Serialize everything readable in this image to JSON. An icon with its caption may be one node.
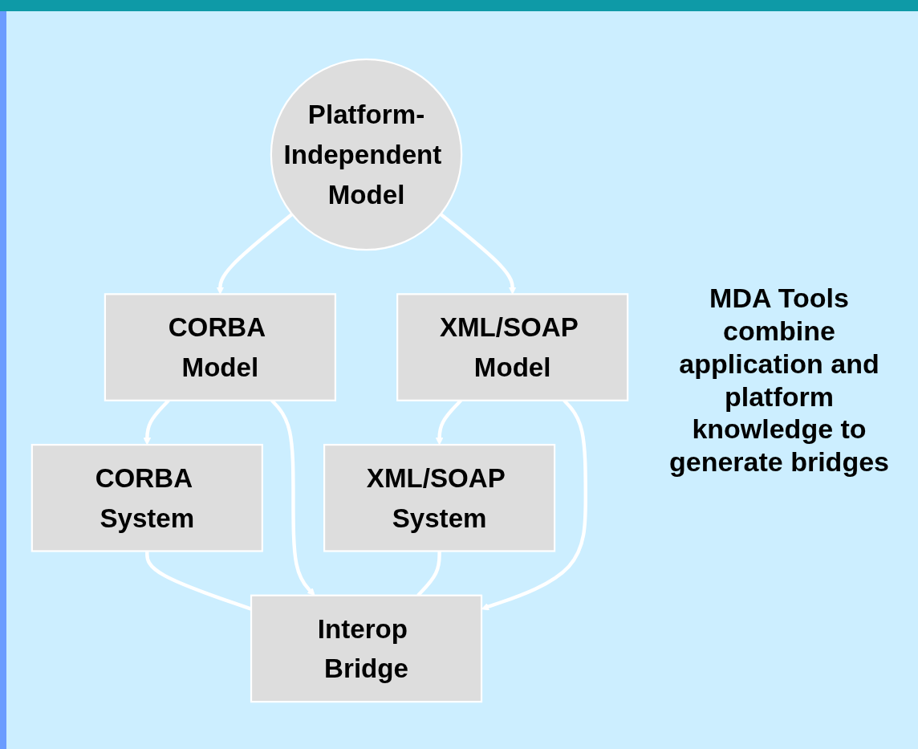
{
  "diagram": {
    "nodes": [
      {
        "text": [
          "Platform-Independent Model"
        ]
      },
      {
        "text": [
          "CORBA Model"
        ]
      },
      {
        "text": [
          "XML/SOAP Model"
        ]
      },
      {
        "text": [
          "CORBA System"
        ]
      },
      {
        "text": [
          "Interop Bridge"
        ]
      },
      {
        "text": [
          "XML/SOAP System"
        ]
      }
    ],
    "edges": [
      {
        "from": 0,
        "to": 1,
        "arrow": "to"
      },
      {
        "from": 0,
        "to": 2,
        "arrow": "to"
      },
      {
        "from": 1,
        "to": 3,
        "arrow": "to"
      },
      {
        "from": 2,
        "to": 5,
        "arrow": "to"
      },
      {
        "from": 1,
        "to": 4,
        "arrow": "to"
      },
      {
        "from": 2,
        "to": 4,
        "arrow": "to"
      },
      {
        "from": 3,
        "to": 4,
        "arrow": "none"
      },
      {
        "from": 5,
        "to": 4,
        "arrow": "none"
      }
    ],
    "labels": [
      "MDA Tools combine application and platform knowledge to generate bridges"
    ]
  }
}
